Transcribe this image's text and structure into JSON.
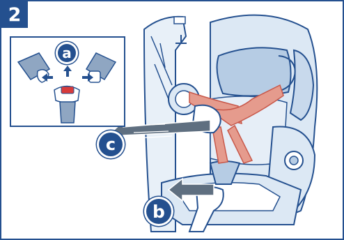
{
  "step": {
    "number": "2"
  },
  "callouts": {
    "a": "a",
    "b": "b",
    "c": "c"
  },
  "colors": {
    "brand_blue": "#24508f",
    "seat_light": "#dce8f4",
    "seat_mid": "#b6cce4",
    "strap": "#e59b8d",
    "strap_dark": "#c8584a",
    "buckle_red": "#d83b3b",
    "arrow_gray": "#5f6f80",
    "skin": "#ffffff"
  },
  "icons": {
    "pull_arrow_c": "arrow-left-icon",
    "pull_arrow_b": "arrow-left-icon",
    "inset_arrows": [
      "arrow-left-icon",
      "arrow-up-icon",
      "arrow-right-icon"
    ]
  }
}
